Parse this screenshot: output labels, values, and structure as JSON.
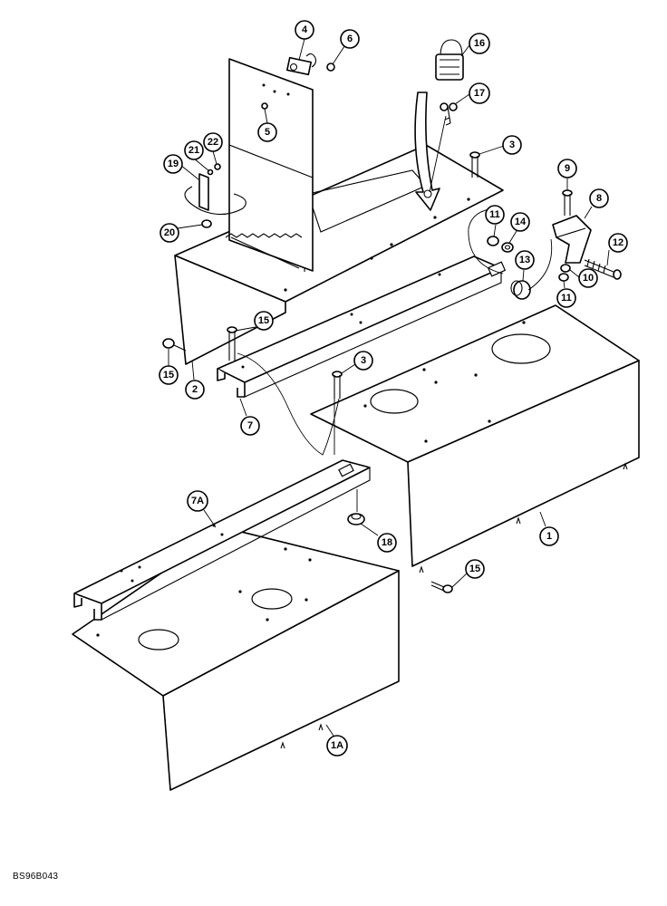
{
  "figure": {
    "reference_code": "BS96B043"
  },
  "callouts": [
    {
      "id": "c4",
      "label": "4"
    },
    {
      "id": "c6",
      "label": "6"
    },
    {
      "id": "c5",
      "label": "5"
    },
    {
      "id": "c16",
      "label": "16"
    },
    {
      "id": "c17",
      "label": "17"
    },
    {
      "id": "c3a",
      "label": "3"
    },
    {
      "id": "c22",
      "label": "22"
    },
    {
      "id": "c21",
      "label": "21"
    },
    {
      "id": "c19",
      "label": "19"
    },
    {
      "id": "c20",
      "label": "20"
    },
    {
      "id": "c9",
      "label": "9"
    },
    {
      "id": "c8",
      "label": "8"
    },
    {
      "id": "c11a",
      "label": "11"
    },
    {
      "id": "c14",
      "label": "14"
    },
    {
      "id": "c12",
      "label": "12"
    },
    {
      "id": "c13",
      "label": "13"
    },
    {
      "id": "c10",
      "label": "10"
    },
    {
      "id": "c11b",
      "label": "11"
    },
    {
      "id": "c15a",
      "label": "15"
    },
    {
      "id": "c15b",
      "label": "15"
    },
    {
      "id": "c2",
      "label": "2"
    },
    {
      "id": "c3b",
      "label": "3"
    },
    {
      "id": "c7",
      "label": "7"
    },
    {
      "id": "c7A",
      "label": "7A"
    },
    {
      "id": "c18",
      "label": "18"
    },
    {
      "id": "c1",
      "label": "1"
    },
    {
      "id": "c15c",
      "label": "15"
    },
    {
      "id": "c1A",
      "label": "1A"
    }
  ]
}
